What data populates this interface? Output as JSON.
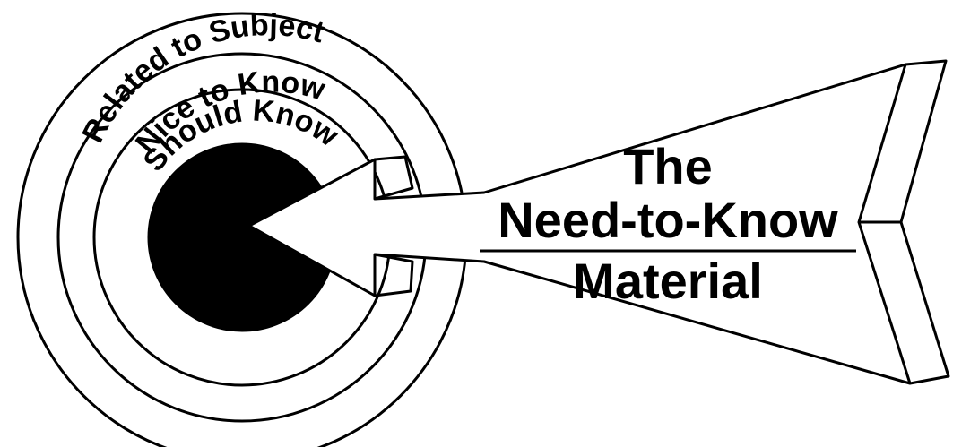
{
  "diagram": {
    "rings": [
      {
        "label": "Related to Subject"
      },
      {
        "label": "Nice to Know"
      },
      {
        "label": "Should Know"
      }
    ],
    "bullseye_color": "#000000",
    "arrow": {
      "lines": [
        "The",
        "Need-to-Know",
        "Material"
      ]
    }
  }
}
